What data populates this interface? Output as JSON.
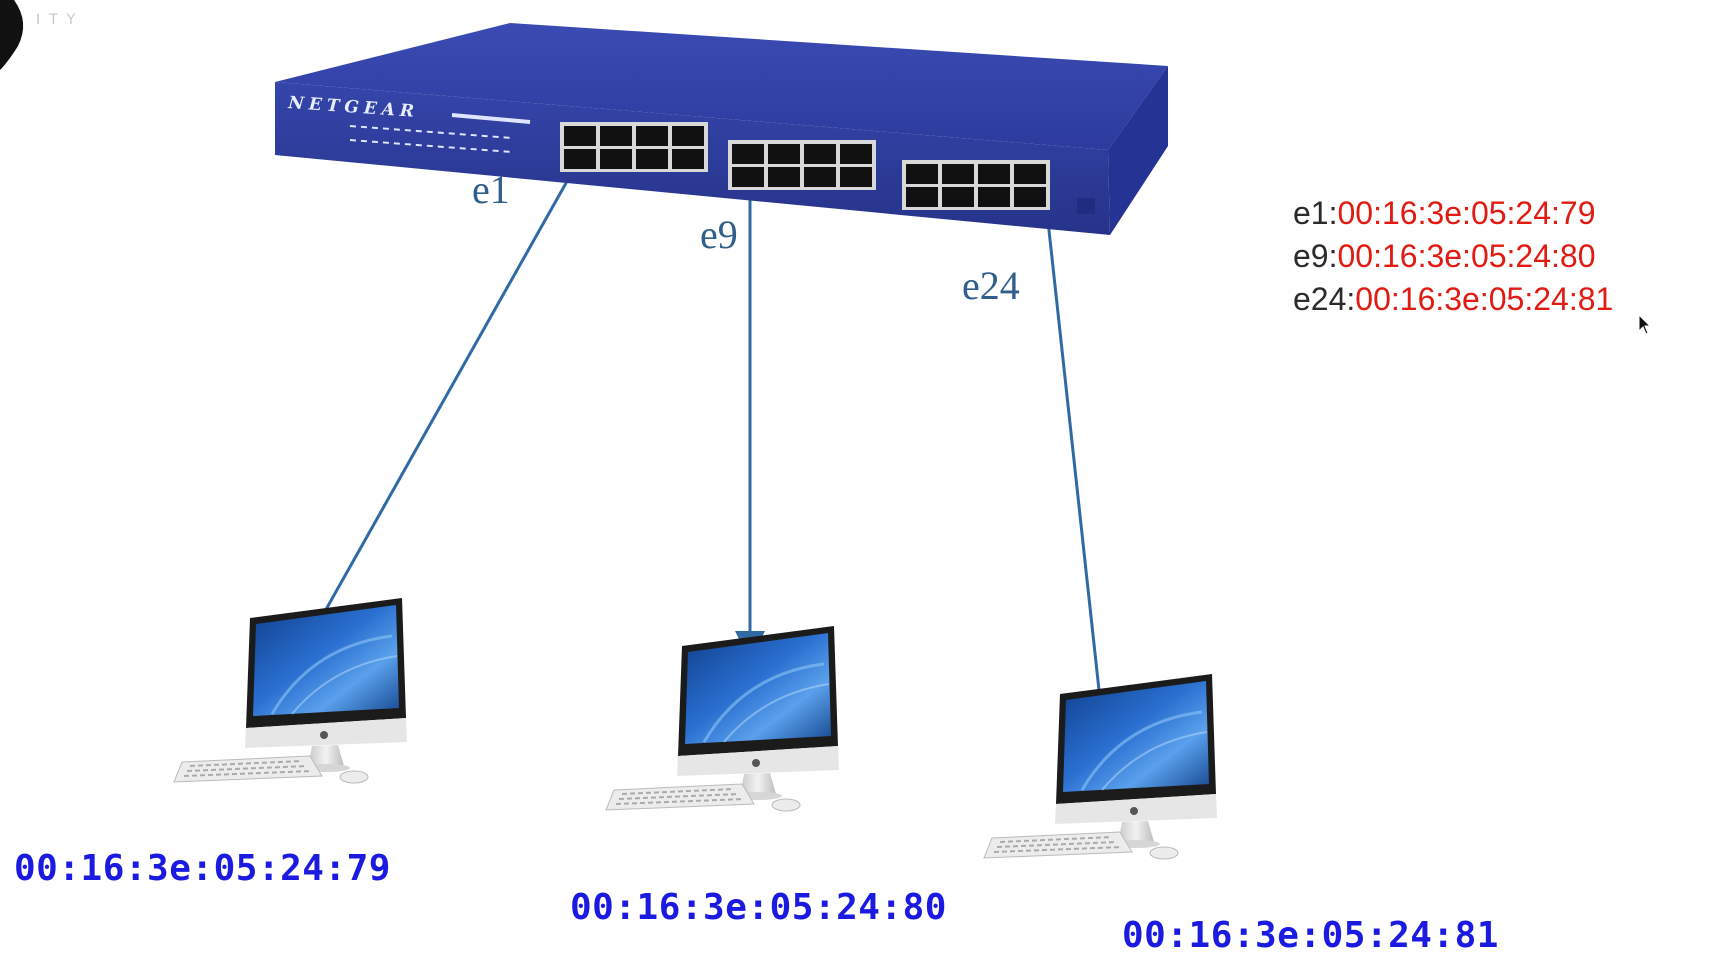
{
  "switch": {
    "brand": "NETGEAR",
    "color": "#2e3d9c"
  },
  "links": [
    {
      "port": "e1",
      "mac": "00:16:3e:05:24:79"
    },
    {
      "port": "e9",
      "mac": "00:16:3e:05:24:80"
    },
    {
      "port": "e24",
      "mac": "00:16:3e:05:24:81"
    }
  ],
  "mac_table": [
    {
      "port": "e1:",
      "mac": "00:16:3e:05:24:79"
    },
    {
      "port": "e9:",
      "mac": "00:16:3e:05:24:80"
    },
    {
      "port": "e24:",
      "mac": "00:16:3e:05:24:81"
    }
  ],
  "watermark": "ITY",
  "colors": {
    "cable": "#2f6aa5",
    "port_label": "#2f5f8a",
    "table_port": "#2b2b2b",
    "table_mac": "#e11a12",
    "pc_mac": "#1a1ae0"
  }
}
